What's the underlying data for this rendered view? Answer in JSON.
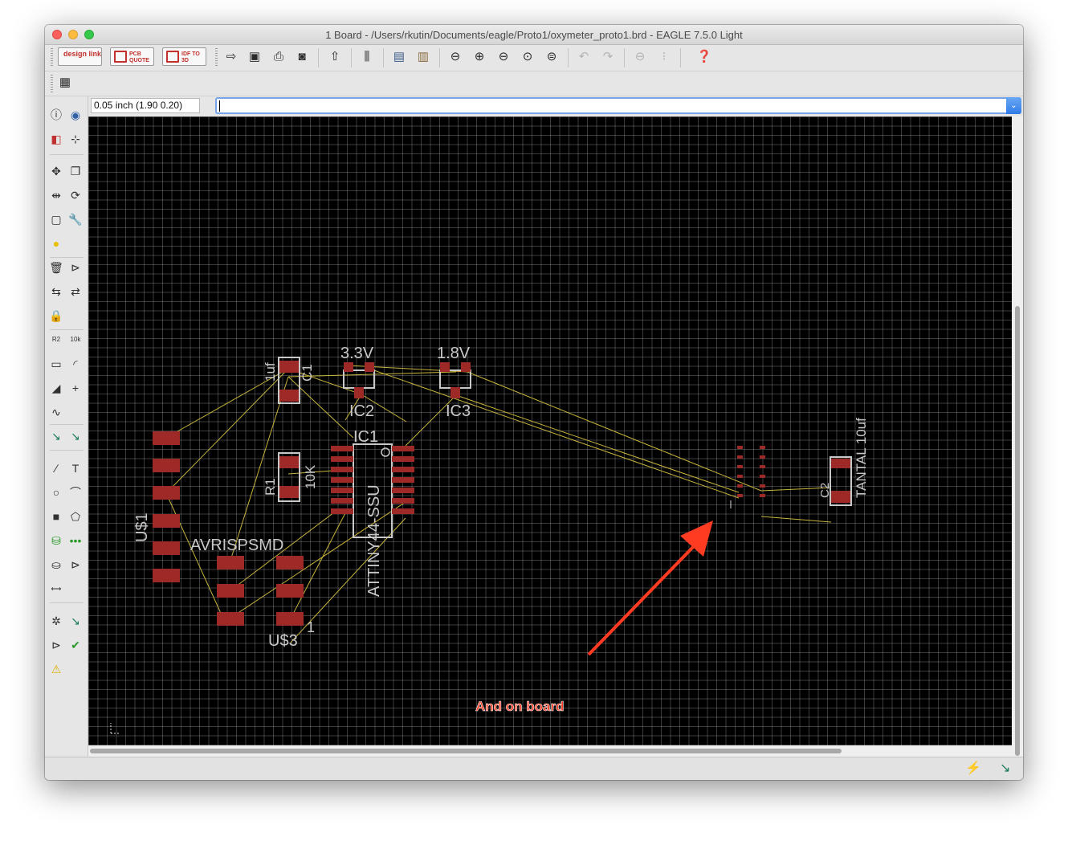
{
  "window": {
    "title": "1 Board - /Users/rkutin/Documents/eagle/Proto1/oxymeter_proto1.brd - EAGLE 7.5.0 Light"
  },
  "toolbar": {
    "design_link_label": "design link",
    "pcb_quote_label": "PCB QUOTE",
    "idf_label": "IDF TO 3D",
    "icons": [
      "open-icon",
      "save-icon",
      "print-icon",
      "cam-icon",
      "upload-icon",
      "ulp-icon",
      "script-icon",
      "layer-display-icon",
      "zoom-fit-icon",
      "zoom-in-icon",
      "zoom-out-icon",
      "zoom-redraw-icon",
      "zoom-select-icon",
      "undo-icon",
      "redo-icon",
      "stop-icon",
      "go-icon",
      "help-icon"
    ]
  },
  "command": {
    "grid_display": "0.05 inch (1.90 0.20)",
    "input_value": ""
  },
  "board": {
    "labels": {
      "v33": "3.3V",
      "v18": "1.8V",
      "c1": "C1",
      "c1_value": "1uf",
      "ic2": "IC2",
      "ic3": "IC3",
      "ic1": "IC1",
      "r1": "R1",
      "r1_value": "10K",
      "attiny": "ATTINY44-SSU",
      "us1": "U$1",
      "avrisp": "AVRISPSMD",
      "us3": "U$3",
      "pin1": "1",
      "c2": "C2",
      "tantal": "TANTAL 10uf"
    },
    "annotation": "And on board",
    "pad_color": "#9e2a27",
    "outline_color": "#c8c8c8",
    "airwire_color": "#c8b43c",
    "annotation_color": "#ff3b22"
  },
  "statusbar": {
    "icons": [
      "lightning-icon",
      "autorouter-icon"
    ]
  }
}
